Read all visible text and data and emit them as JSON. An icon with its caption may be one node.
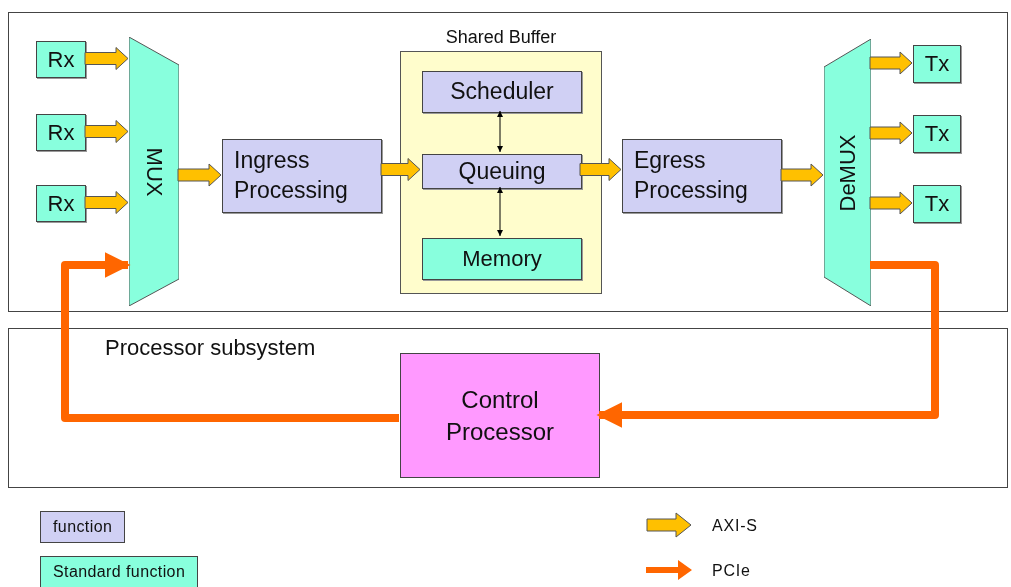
{
  "diagram": {
    "nodes": [
      {
        "text": [],
        "shape": "box"
      },
      {
        "text": [
          "Rx"
        ],
        "in": 0
      },
      {
        "text": [
          "Rx"
        ],
        "in": 0
      },
      {
        "text": [
          "Rx"
        ],
        "in": 0
      },
      {
        "text": [
          "MUX"
        ],
        "in": 0
      },
      {
        "text": [
          "Ingress Processing"
        ],
        "in": 0
      },
      {
        "text": [
          "Shared Buffer"
        ],
        "in": 0
      },
      {
        "text": [
          "Scheduler"
        ],
        "in": 6
      },
      {
        "text": [
          "Queuing"
        ],
        "in": 6
      },
      {
        "text": [
          "Memory"
        ],
        "in": 6
      },
      {
        "text": [
          "Egress Processing"
        ],
        "in": 0
      },
      {
        "text": [
          "DeMUX"
        ],
        "in": 0
      },
      {
        "text": [
          "Tx"
        ],
        "in": 0
      },
      {
        "text": [
          "Tx"
        ],
        "in": 0
      },
      {
        "text": [
          "Tx"
        ],
        "in": 0
      },
      {
        "text": [
          "Processor subsystem"
        ]
      },
      {
        "text": [
          "Control Processor"
        ],
        "in": 15
      }
    ],
    "edges": [
      {
        "from": 1,
        "to": 4,
        "arrow": "to"
      },
      {
        "from": 2,
        "to": 4,
        "arrow": "to"
      },
      {
        "from": 3,
        "to": 4,
        "arrow": "to"
      },
      {
        "from": 4,
        "to": 5,
        "arrow": "to"
      },
      {
        "from": 5,
        "to": 8,
        "arrow": "to"
      },
      {
        "from": 7,
        "to": 8,
        "arrow": "both",
        "color": "#000000"
      },
      {
        "from": 8,
        "to": 9,
        "arrow": "both",
        "color": "#000000"
      },
      {
        "from": 8,
        "to": 10,
        "arrow": "to"
      },
      {
        "from": 10,
        "to": 11,
        "arrow": "to"
      },
      {
        "from": 11,
        "to": 12,
        "arrow": "to"
      },
      {
        "from": 11,
        "to": 13,
        "arrow": "to"
      },
      {
        "from": 11,
        "to": 14,
        "arrow": "to"
      },
      {
        "from": 11,
        "to": 16,
        "arrow": "to",
        "style": "thick",
        "color": "#ff6600"
      },
      {
        "from": 16,
        "to": 4,
        "arrow": "to",
        "style": "thick",
        "color": "#ff6600"
      }
    ],
    "legend": [
      {
        "text": "function",
        "color": "#d0d0f4"
      },
      {
        "text": "Standard function",
        "color": "#88ffdd"
      },
      {
        "text": "AXI-S"
      },
      {
        "text": "PCIe"
      }
    ]
  }
}
